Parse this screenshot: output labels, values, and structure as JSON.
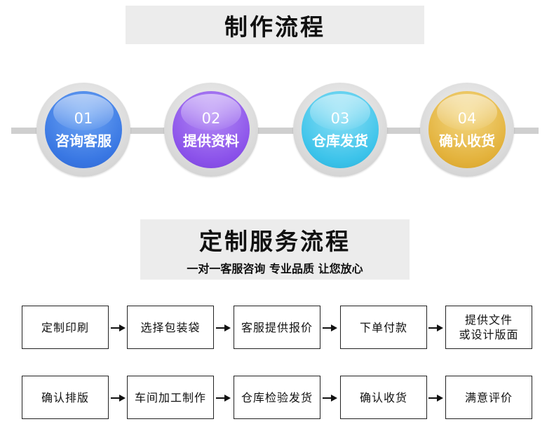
{
  "section1": {
    "title": "制作流程",
    "steps": [
      {
        "num": "01",
        "label": "咨询客服"
      },
      {
        "num": "02",
        "label": "提供资料"
      },
      {
        "num": "03",
        "label": "仓库发货"
      },
      {
        "num": "04",
        "label": "确认收货"
      }
    ]
  },
  "section2": {
    "title": "定制服务流程",
    "subtitle": "一对一客服咨询 专业品质 让您放心",
    "row1": [
      "定制印刷",
      "选择包装袋",
      "客服提供报价",
      "下单付款",
      "提供文件\n或设计版面"
    ],
    "row2": [
      "确认排版",
      "车间加工制作",
      "仓库检验发货",
      "确认收货",
      "满意评价"
    ]
  },
  "colors": {
    "step1": "#3977e3",
    "step2": "#8b52ea",
    "step3": "#3cc3ea",
    "step4": "#e3b23c",
    "title_bg": "#ececec"
  }
}
